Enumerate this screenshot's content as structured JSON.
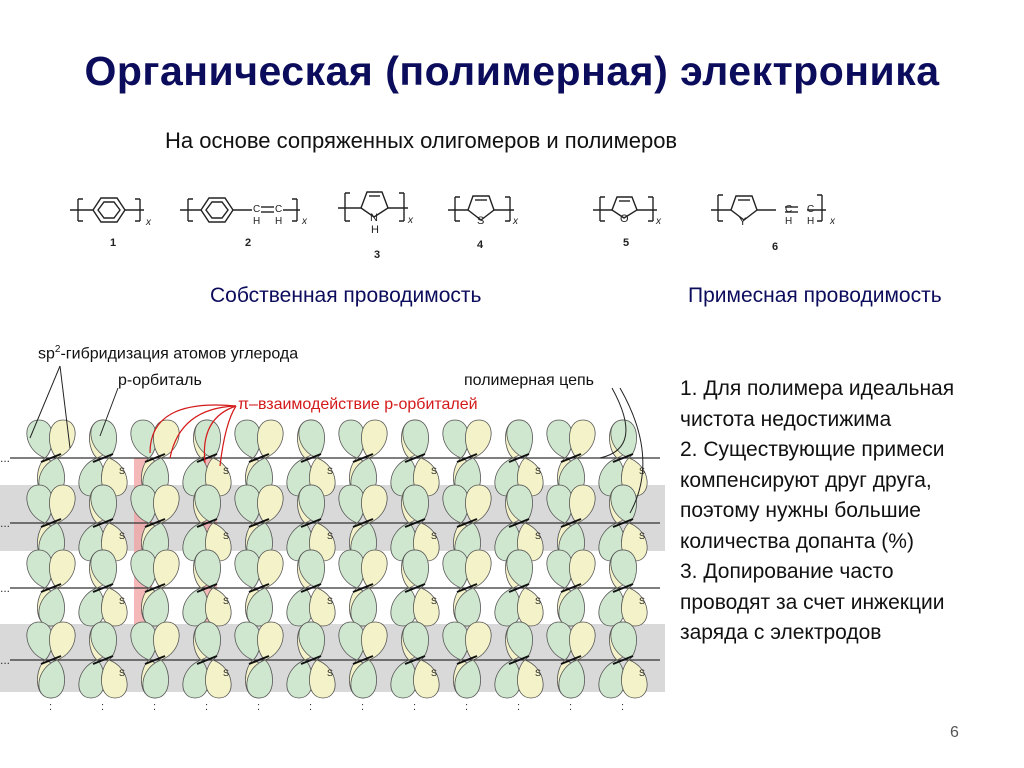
{
  "title": "Органическая (полимерная) электроника",
  "subtitle": "На основе сопряженных олигомеров и полимеров",
  "structures": {
    "numbers": [
      "1",
      "2",
      "3",
      "4",
      "5",
      "6"
    ],
    "repeat_label": "x",
    "vinylene_c": "C",
    "vinylene_h": "H",
    "pyrrole_n": "N",
    "pyrrole_h": "H",
    "thiophene_s": "S",
    "furan_o": "O",
    "generic_y": "Y"
  },
  "headings": {
    "own": "Собственная проводимость",
    "impurity": "Примесная проводимость"
  },
  "diagram": {
    "sp2_prefix": "sp",
    "sp2_sup": "2",
    "sp2_rest": "-гибридизация атомов углерода",
    "p_orbital": "p-орбиталь",
    "pi_interaction": "π–взаимодействие p-орбиталей",
    "polymer_chain": "полимерная цепь",
    "sulfur": "S",
    "ellipsis": "...",
    "colors": {
      "lobe_yellow": "#f4f2c8",
      "lobe_green": "#cfe6cf",
      "band": "#d9d9d9",
      "pi_band": "#f2a0a0",
      "arrow": "#d41919"
    }
  },
  "notes": [
    "1. Для полимера идеальная",
    "чистота недостижима",
    "2. Существующие примеси",
    "компенсируют друг друга,",
    "поэтому нужны большие",
    "количества допанта (%)",
    "3. Допирование часто",
    "проводят за счет инжекции",
    "заряда с электродов"
  ],
  "page_number": "6"
}
